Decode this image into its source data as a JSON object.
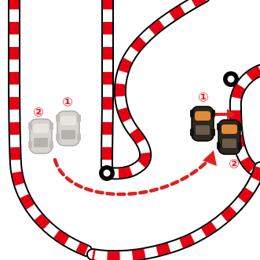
{
  "colors": {
    "red": "#e60012",
    "white": "#ffffff",
    "outline": "#000000",
    "car_body_dark": "#2f2620",
    "car_body_faded": "#b8b2ab",
    "car_accent": "#e08a3a",
    "arrow": "#e02020"
  },
  "labels": {
    "left_car_2": "②",
    "left_car_1": "①",
    "right_car_1": "①",
    "right_car_2": "②"
  },
  "icons": {
    "turn_pivot_center": "pivot-dot-icon",
    "turn_pivot_right": "pivot-dot-icon"
  }
}
